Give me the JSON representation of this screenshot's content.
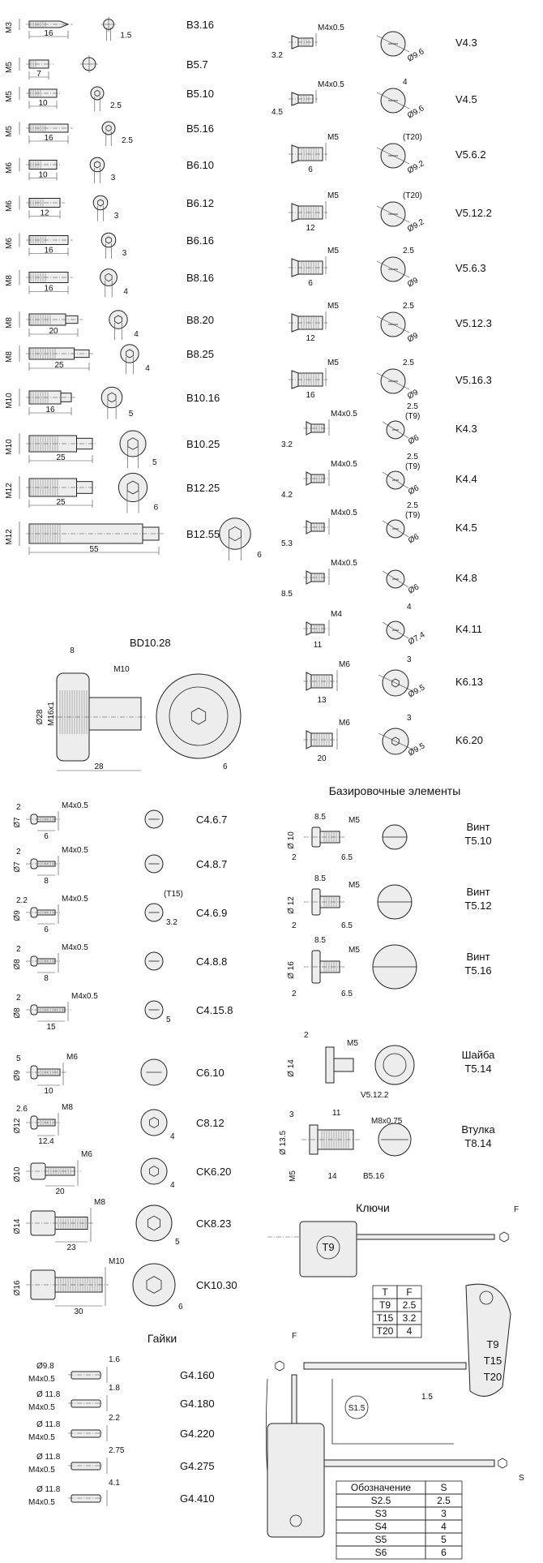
{
  "headers": {
    "locating": "Базировочные элементы",
    "nuts": "Гайки",
    "keys": "Ключи"
  },
  "setscrews": [
    {
      "code": "B3.16",
      "thread": "M3",
      "len": "16",
      "dia": "1.5"
    },
    {
      "code": "B5.7",
      "thread": "M5",
      "len": "7",
      "dia": ""
    },
    {
      "code": "B5.10",
      "thread": "M5",
      "len": "10",
      "dia": "2.5"
    },
    {
      "code": "B5.16",
      "thread": "M5",
      "len": "16",
      "dia": "2.5"
    },
    {
      "code": "B6.10",
      "thread": "M6",
      "len": "10",
      "dia": "3"
    },
    {
      "code": "B6.12",
      "thread": "M6",
      "len": "12",
      "dia": "3"
    },
    {
      "code": "B6.16",
      "thread": "M6",
      "len": "16",
      "dia": "3"
    },
    {
      "code": "B8.16",
      "thread": "M8",
      "len": "16",
      "dia": "4"
    },
    {
      "code": "B8.20",
      "thread": "M8",
      "len": "20",
      "dia": "4"
    },
    {
      "code": "B8.25",
      "thread": "M8",
      "len": "25",
      "dia": "4"
    },
    {
      "code": "B10.16",
      "thread": "M10",
      "len": "16",
      "dia": "5"
    },
    {
      "code": "B10.25",
      "thread": "M10",
      "len": "25",
      "dia": "5"
    },
    {
      "code": "B12.25",
      "thread": "M12",
      "len": "25",
      "dia": "6"
    },
    {
      "code": "B12.55",
      "thread": "M12",
      "len": "55",
      "dia": "6"
    }
  ],
  "bd": {
    "code": "BD10.28",
    "a": "8",
    "b": "M10",
    "c": "Ø28",
    "d": "M16x1",
    "e": "28",
    "f": "6"
  },
  "vscrews": [
    {
      "code": "V4.3",
      "thread": "M4x0.5",
      "head": "3.2",
      "sd": "",
      "dia": "Ø9.6"
    },
    {
      "code": "V4.5",
      "thread": "M4x0.5",
      "head": "4.5",
      "sd": "4",
      "dia": "Ø9.6"
    },
    {
      "code": "V5.6.2",
      "thread": "M5",
      "head": "6",
      "sd": "(T20)",
      "dia": "Ø9.2"
    },
    {
      "code": "V5.12.2",
      "thread": "M5",
      "head": "12",
      "sd": "(T20)",
      "dia": "Ø9.2"
    },
    {
      "code": "V5.6.3",
      "thread": "M5",
      "head": "6",
      "sd": "2.5",
      "dia": "Ø9"
    },
    {
      "code": "V5.12.3",
      "thread": "M5",
      "head": "12",
      "sd": "2.5",
      "dia": "Ø9"
    },
    {
      "code": "V5.16.3",
      "thread": "M5",
      "head": "16",
      "sd": "2.5",
      "dia": "Ø9"
    }
  ],
  "kscrews": [
    {
      "code": "K4.3",
      "thread": "M4x0.5",
      "head": "3.2",
      "sd": "2.5",
      "sd2": "(T9)",
      "dia": "Ø6"
    },
    {
      "code": "K4.4",
      "thread": "M4x0.5",
      "head": "4.2",
      "sd": "2.5",
      "sd2": "(T9)",
      "dia": "Ø6"
    },
    {
      "code": "K4.5",
      "thread": "M4x0.5",
      "head": "5.3",
      "sd": "2.5",
      "sd2": "(T9)",
      "dia": "Ø6"
    },
    {
      "code": "K4.8",
      "thread": "M4x0.5",
      "head": "8.5",
      "sd": "",
      "sd2": "",
      "dia": "Ø6"
    },
    {
      "code": "K4.11",
      "thread": "M4",
      "head": "11",
      "sd": "4",
      "sd2": "",
      "dia": "Ø7.4"
    },
    {
      "code": "K6.13",
      "thread": "M6",
      "head": "13",
      "sd": "3",
      "sd2": "",
      "dia": "Ø9.5"
    },
    {
      "code": "K6.20",
      "thread": "M6",
      "head": "20",
      "sd": "3",
      "sd2": "",
      "dia": "Ø9.5"
    }
  ],
  "cscrews": [
    {
      "code": "C4.6.7",
      "a": "2",
      "b": "Ø7",
      "thread": "M4x0.5",
      "len": "6",
      "extra": ""
    },
    {
      "code": "C4.8.7",
      "a": "2",
      "b": "Ø7",
      "thread": "M4x0.5",
      "len": "8",
      "extra": ""
    },
    {
      "code": "C4.6.9",
      "a": "2.2",
      "b": "Ø9",
      "thread": "M4x0.5",
      "len": "6",
      "extra": "3.2"
    },
    {
      "code": "C4.8.8",
      "a": "2",
      "b": "Ø8",
      "thread": "M4x0.5",
      "len": "8",
      "extra": ""
    },
    {
      "code": "C4.15.8",
      "a": "2",
      "b": "Ø8",
      "thread": "M4x0.5",
      "len": "15",
      "extra": "5"
    },
    {
      "code": "C6.10",
      "a": "5",
      "b": "Ø9",
      "thread": "M6",
      "len": "10",
      "extra": ""
    },
    {
      "code": "C8.12",
      "a": "2.6",
      "b": "Ø12",
      "thread": "M8",
      "len": "12.4",
      "extra": "4"
    },
    {
      "code": "CK6.20",
      "a": "",
      "b": "Ø10",
      "thread": "M6",
      "len": "20",
      "extra": "4"
    },
    {
      "code": "CK8.23",
      "a": "",
      "b": "Ø14",
      "thread": "M8",
      "len": "23",
      "extra": "5"
    },
    {
      "code": "CK10.30",
      "a": "",
      "b": "Ø16",
      "thread": "M10",
      "len": "30",
      "extra": "6"
    }
  ],
  "c469_sd": "(T15)",
  "nuts": [
    {
      "code": "G4.160",
      "od": "Ø9.8",
      "th": "M4x0.5",
      "h": "1.6"
    },
    {
      "code": "G4.180",
      "od": "Ø 11.8",
      "th": "M4x0.5",
      "h": "1.8"
    },
    {
      "code": "G4.220",
      "od": "Ø 11.8",
      "th": "M4x0.5",
      "h": "2.2"
    },
    {
      "code": "G4.275",
      "od": "Ø 11.8",
      "th": "M4x0.5",
      "h": "2.75"
    },
    {
      "code": "G4.410",
      "od": "Ø 11.8",
      "th": "M4x0.5",
      "h": "4.1"
    }
  ],
  "locating": [
    {
      "name": "Винт",
      "code": "T5.10",
      "d": "Ø 10",
      "a": "8.5",
      "b": "M5",
      "c": "2",
      "e": "6.5"
    },
    {
      "name": "Винт",
      "code": "T5.12",
      "d": "Ø 12",
      "a": "8.5",
      "b": "M5",
      "c": "2",
      "e": "6.5"
    },
    {
      "name": "Винт",
      "code": "T5.16",
      "d": "Ø 16",
      "a": "8.5",
      "b": "M5",
      "c": "2",
      "e": "6.5"
    }
  ],
  "washer": {
    "name": "Шайба",
    "code": "T5.14",
    "d": "Ø 14",
    "a": "2",
    "b": "M5",
    "ref": "V5.12.2"
  },
  "bushing": {
    "name": "Втулка",
    "code": "T8.14",
    "d": "Ø 13.5",
    "a": "3",
    "b": "11",
    "th": "M8x0.75",
    "m": "M5",
    "len": "14",
    "ref": "B5.16"
  },
  "torx_key": {
    "label": "T9",
    "f": "F"
  },
  "torx_table": {
    "head": [
      "T",
      "F"
    ],
    "rows": [
      [
        "T9",
        "2.5"
      ],
      [
        "T15",
        "3.2"
      ],
      [
        "T20",
        "4"
      ]
    ]
  },
  "t_handle": {
    "labels": [
      "T9",
      "T15",
      "T20"
    ],
    "f": "F"
  },
  "hex_key": {
    "label": "S1.5",
    "dim": "1.5"
  },
  "hex_table": {
    "head": [
      "Обозначение",
      "S"
    ],
    "rows": [
      [
        "S2.5",
        "2.5"
      ],
      [
        "S3",
        "3"
      ],
      [
        "S4",
        "4"
      ],
      [
        "S5",
        "5"
      ],
      [
        "S6",
        "6"
      ]
    ],
    "s": "S"
  }
}
